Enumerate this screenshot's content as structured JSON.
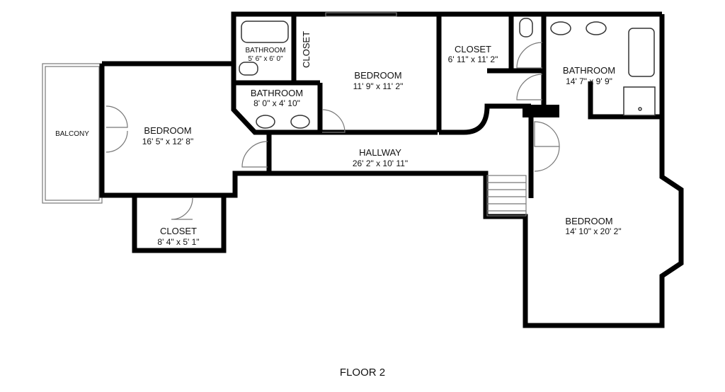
{
  "floor_label": "FLOOR 2",
  "rooms": {
    "balcony": {
      "name": "BALCONY"
    },
    "bedroom_left": {
      "name": "BEDROOM",
      "size": "16' 5\" x 12' 8\""
    },
    "closet_left": {
      "name": "CLOSET",
      "size": "8' 4\" x 5' 1\""
    },
    "bathroom_small": {
      "name": "BATHROOM",
      "size": "5' 6\" x 6' 0\""
    },
    "bathroom_mid": {
      "name": "BATHROOM",
      "size": "8' 0\" x 4' 10\""
    },
    "closet_vertical": {
      "name": "CLOSET"
    },
    "bedroom_mid": {
      "name": "BEDROOM",
      "size": "11' 9\" x 11' 2\""
    },
    "closet_mid": {
      "name": "CLOSET",
      "size": "6' 11\" x 11' 2\""
    },
    "bathroom_right": {
      "name": "BATHROOM",
      "size": "14' 7\" x 9' 9\""
    },
    "hallway": {
      "name": "HALLWAY",
      "size": "26' 2\" x 10' 11\""
    },
    "bedroom_right": {
      "name": "BEDROOM",
      "size": "14' 10\" x 20' 2\""
    }
  }
}
